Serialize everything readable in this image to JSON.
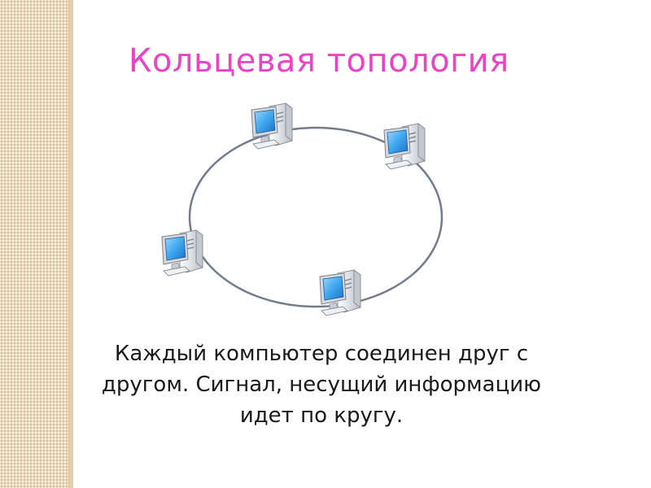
{
  "title": "Кольцевая топология",
  "caption": {
    "line1": "Каждый компьютер соединен друг с",
    "line2": "другом. Сигнал, несущий информацию",
    "line3": "идет по кругу."
  },
  "colors": {
    "title": "#e845c4",
    "ring": "#737b8c",
    "screen": "#3fa7ef",
    "side_panel": "#ecdcc0"
  },
  "diagram": {
    "topology": "ring",
    "nodes": [
      {
        "icon": "computer-icon"
      },
      {
        "icon": "computer-icon"
      },
      {
        "icon": "computer-icon"
      },
      {
        "icon": "computer-icon"
      }
    ]
  }
}
